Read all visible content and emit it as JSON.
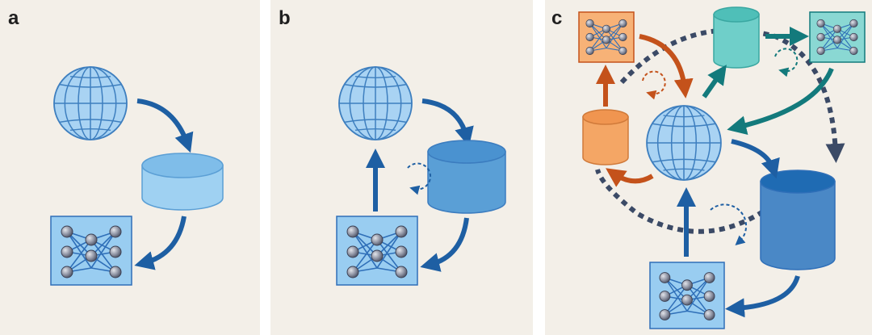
{
  "panels": [
    {
      "id": "a",
      "label": "a"
    },
    {
      "id": "b",
      "label": "b"
    },
    {
      "id": "c",
      "label": "c"
    }
  ],
  "colors": {
    "panel_bg": "#f3efe8",
    "divider": "#ffffff",
    "blue_arrow": "#1e5fa3",
    "teal_arrow": "#137a7c",
    "orange_arrow": "#c4521b",
    "dashed_loop": "#3b4a66",
    "globe_fill": "#a9d3f3",
    "globe_line": "#3e7fbf",
    "db_light": "#9fd1f2",
    "db_mid": "#5a9fd6",
    "db_dark": "#2f76bd",
    "db_teal": "#6fcfc9",
    "db_orange": "#f4a665",
    "model_blue": "#99cdf1",
    "model_teal": "#8ad8d3",
    "model_orange": "#f7b277"
  },
  "icons": [
    "globe-icon",
    "database-icon",
    "neural-network-icon",
    "cycle-icon"
  ]
}
